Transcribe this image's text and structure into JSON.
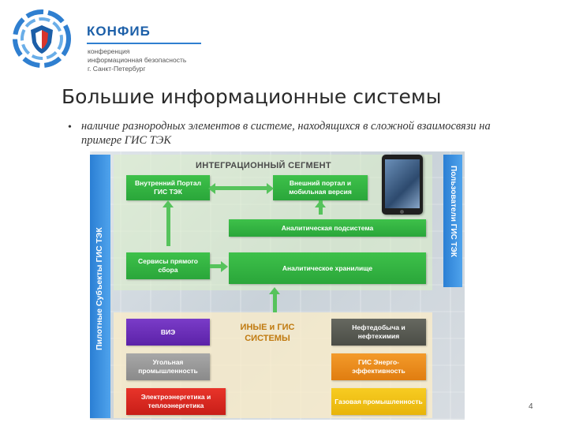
{
  "logo": {
    "name": "КОНФИБ",
    "subtitle_lines": [
      "конференция",
      "информационная безопасность",
      "г. Санкт-Петербург"
    ]
  },
  "slide": {
    "title": "Большие информационные системы",
    "bullet_symbol": "•",
    "bullet_text": "наличие разнородных элементов в системе, находящихся в сложной взаимосвязи на примере ГИС ТЭК",
    "page_number": "4"
  },
  "diagram": {
    "left_label": "Пилотные Субъекты ГИС ТЭК",
    "right_label": "Пользователи ГИС ТЭК",
    "integration_title": "ИНТЕГРАЦИОННЫЙ СЕГМЕНТ",
    "internal_portal": "Внутренний Портал ГИС ТЭК",
    "external_portal": "Внешний портал и мобильная версия",
    "analytics_subsystem": "Аналитическая подсистема",
    "direct_services": "Сервисы прямого сбора",
    "analytic_storage": "Аналитическое хранилище",
    "other_title": "ИНЫЕ и ГИС СИСТЕМЫ",
    "vie": "ВИЭ",
    "coal": "Угольная промышленность",
    "power": "Электроэнергетика и теплоэнергетика",
    "oil": "Нефтедобыча и нефтехимия",
    "gis_energy": "ГИС Энерго-эффективность",
    "gas": "Газовая промышленность"
  },
  "colors": {
    "accent_blue": "#2b7fd4",
    "box_green": "#3ec14a",
    "purple": "#7a3cc8",
    "red": "#e8342a",
    "orange": "#f39a2a",
    "yellow": "#f7cc22"
  },
  "icons": {
    "logo": "shield-logo-icon",
    "tablet": "tablet-device-icon"
  }
}
